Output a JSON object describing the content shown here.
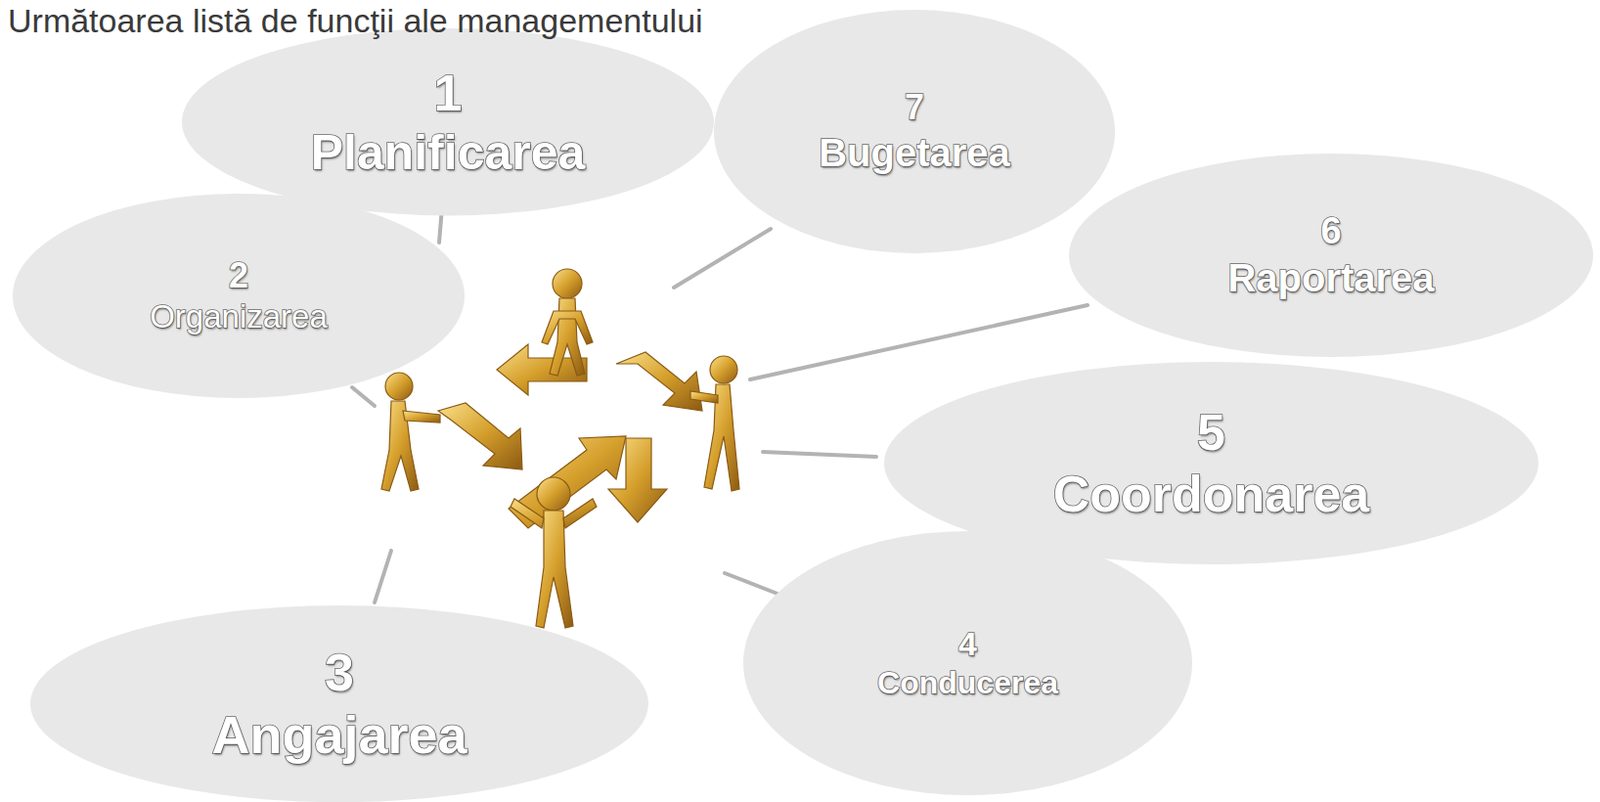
{
  "diagram": {
    "title": "Următoarea listă de funcţii ale managementului",
    "nodes": [
      {
        "text": [
          "1",
          "Planificarea"
        ]
      },
      {
        "text": [
          "2",
          "Organizarea"
        ]
      },
      {
        "text": [
          "3",
          "Angajarea"
        ]
      },
      {
        "text": [
          "4",
          "Conducerea"
        ]
      },
      {
        "text": [
          "5",
          "Coordonarea"
        ]
      },
      {
        "text": [
          "6",
          "Raportarea"
        ]
      },
      {
        "text": [
          "7",
          "Bugetarea"
        ]
      }
    ]
  }
}
